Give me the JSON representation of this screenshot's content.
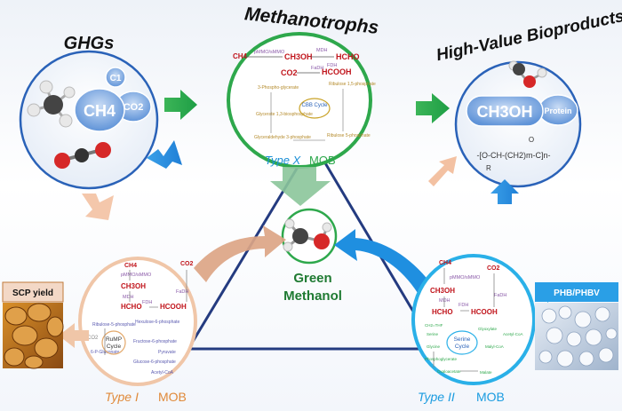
{
  "ghgs": {
    "title": "GHGs",
    "c1": "C1",
    "ch4": "CH4",
    "co2": "CO2"
  },
  "methanotrophs": {
    "title": "Methanotrophs",
    "type_label": "Type X",
    "mob": "MOB",
    "ch4": "CH4",
    "enz_mmo": "pMMO/sMMO",
    "ch3oh": "CH3OH",
    "mdh": "MDH",
    "hcho": "HCHO",
    "fdh": "FDH",
    "hcooh": "HCOOH",
    "fadh": "FaDH",
    "co2": "CO2",
    "ribulose15": "Ribulose 1,5-phosphate",
    "phosphoglycerate": "3-Phospho-glycerate",
    "glycerate": "Glycerate 1,3-biosphosphate",
    "glyceraldehyde": "Glyceraldehyde 3-phosphate",
    "ribulose5": "Ribulose 5-phosphate",
    "cycle": "CBB Cycle"
  },
  "bioproducts": {
    "title": "High-Value Bioproducts",
    "ch3oh": "CH3OH",
    "protein": "Protein",
    "polymer": "-[O-CH-(CH2)m-C]n-",
    "r": "R",
    "o": "O"
  },
  "center": {
    "line1": "Green",
    "line2": "Methanol"
  },
  "type1": {
    "label": "Type I",
    "mob": "MOB",
    "ch4": "CH4",
    "mmo": "pMMO/sMMO",
    "ch3oh": "CH3OH",
    "mdh": "MDH",
    "hcho": "HCHO",
    "fdh": "FDH",
    "hcooh": "HCOOH",
    "fadh": "FaDH",
    "co2": "CO2",
    "ribulose": "Ribulose-5-phosphate",
    "hexulose": "Hexulose-6-phosphate",
    "fructose": "Fructose-6-phosphate",
    "pyruvate": "Pyruvate",
    "glucose6": "Glucose-6-phosphate",
    "acetyl": "Acetyl-CoA",
    "gluconate": "6-P-Gluconate",
    "cycle_a": "RuMP",
    "cycle_b": "Cycle",
    "side": "CO2"
  },
  "type2": {
    "label": "Type II",
    "mob": "MOB",
    "ch4": "CH4",
    "mmo": "pMMO/sMMO",
    "ch3oh": "CH3OH",
    "mdh": "MDH",
    "hcho": "HCHO",
    "fdh": "FDH",
    "hcooh": "HCOOH",
    "fadh": "FaDH",
    "co2": "CO2",
    "thf": "CH2=THF",
    "serine": "Serine",
    "glycine": "Glycine",
    "glyoxylate": "Glyoxylate",
    "phospho": "Phosphoglycerate",
    "oxaloacetate": "Oxaloacetate",
    "malate": "Malate",
    "acetyl": "Acetyl-CoA",
    "malyl": "Malyl-CoA",
    "cycle_a": "Serine",
    "cycle_b": "Cycle"
  },
  "scp": {
    "label": "SCP yield"
  },
  "phb": {
    "label": "PHB/PHBV"
  }
}
